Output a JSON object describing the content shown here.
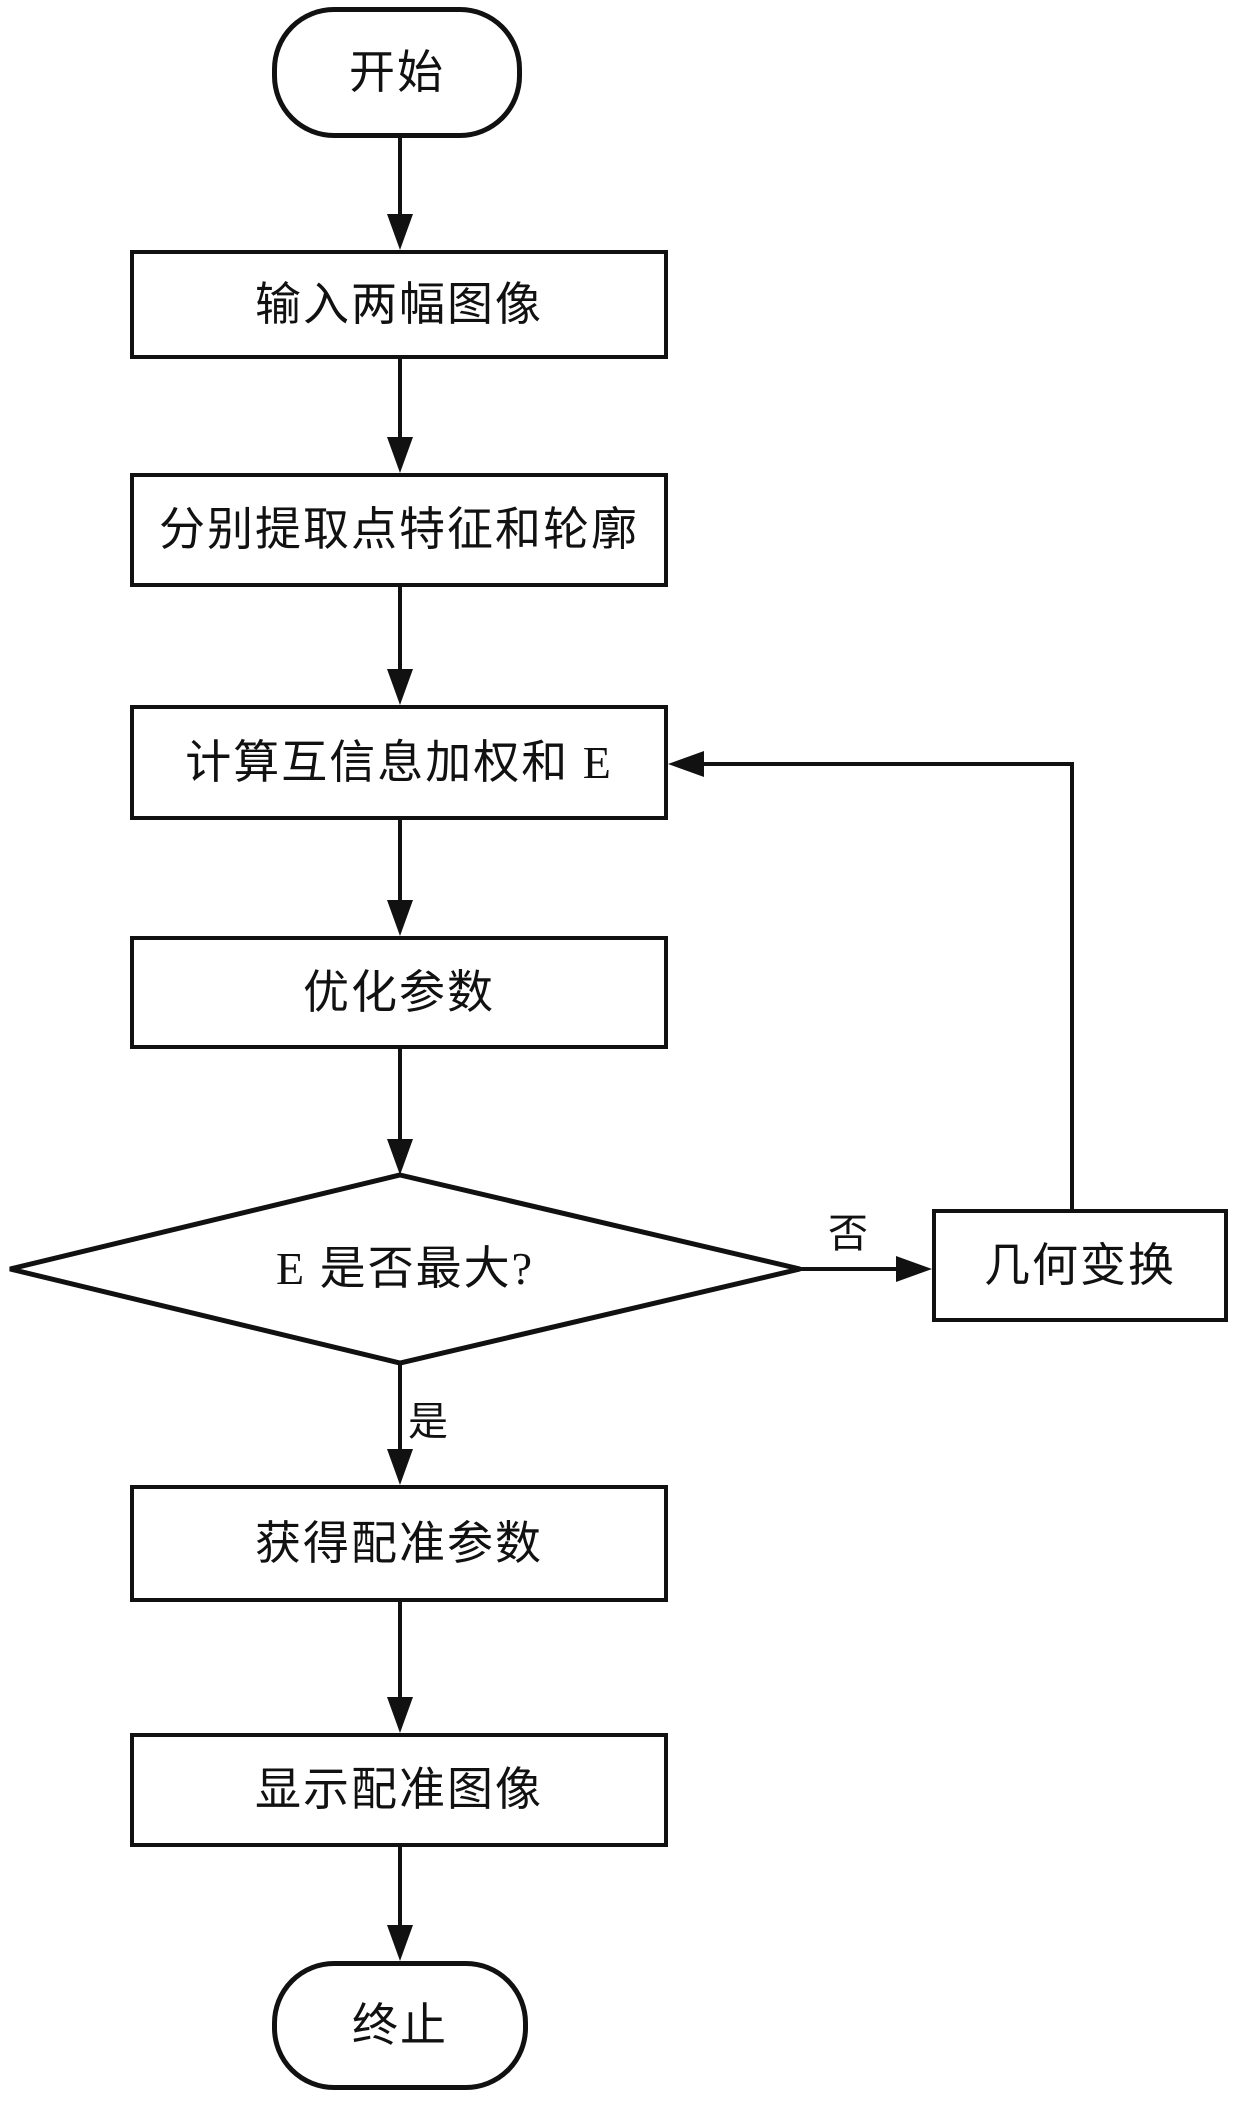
{
  "page": {
    "background_color": "#ffffff",
    "ink_color": "#111111",
    "type": "flowchart"
  },
  "nodes": {
    "start": {
      "label": "开始",
      "shape": "terminal"
    },
    "input": {
      "label": "输入两幅图像",
      "shape": "process"
    },
    "extract": {
      "label": "分别提取点特征和轮廓",
      "shape": "process"
    },
    "compute": {
      "label": "计算互信息加权和 E",
      "shape": "process"
    },
    "optimize": {
      "label": "优化参数",
      "shape": "process"
    },
    "decision": {
      "label": "E 是否最大?",
      "shape": "decision"
    },
    "transform": {
      "label": "几何变换",
      "shape": "process"
    },
    "params": {
      "label": "获得配准参数",
      "shape": "process"
    },
    "display": {
      "label": "显示配准图像",
      "shape": "process"
    },
    "end": {
      "label": "终止",
      "shape": "terminal"
    }
  },
  "edge_labels": {
    "yes": "是",
    "no": "否"
  }
}
